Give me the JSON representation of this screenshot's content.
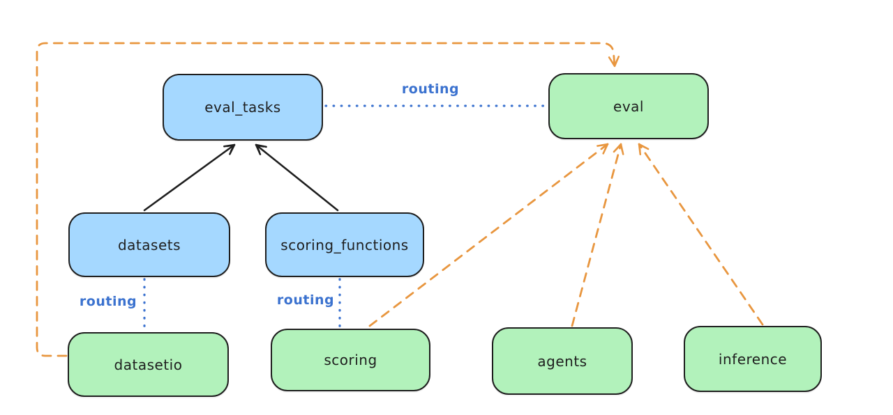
{
  "diagram": {
    "colors": {
      "registry_fill": "#a5d8ff",
      "api_fill": "#b2f2bb",
      "stroke": "#1e1e1e",
      "routing_label_blue": "#3b72cf",
      "orange_dashed": "#e8963f",
      "background": "#ffffff"
    },
    "nodes": {
      "eval_tasks": {
        "label": "eval_tasks"
      },
      "eval": {
        "label": "eval"
      },
      "datasets": {
        "label": "datasets"
      },
      "scoring_functions": {
        "label": "scoring_functions"
      },
      "datasetio": {
        "label": "datasetio"
      },
      "scoring": {
        "label": "scoring"
      },
      "agents": {
        "label": "agents"
      },
      "inference": {
        "label": "inference"
      }
    },
    "edge_labels": {
      "routing_top": "routing",
      "routing_left": "routing",
      "routing_mid": "routing"
    },
    "edges": [
      {
        "from": "datasets",
        "to": "eval_tasks",
        "style": "solid",
        "color": "#1e1e1e"
      },
      {
        "from": "scoring_functions",
        "to": "eval_tasks",
        "style": "solid",
        "color": "#1e1e1e"
      },
      {
        "from": "eval_tasks",
        "to": "eval",
        "style": "dotted",
        "color": "#3b72cf",
        "label": "routing"
      },
      {
        "from": "datasets",
        "to": "datasetio",
        "style": "dotted",
        "color": "#3b72cf",
        "label": "routing"
      },
      {
        "from": "scoring_functions",
        "to": "scoring",
        "style": "dotted",
        "color": "#3b72cf",
        "label": "routing"
      },
      {
        "from": "datasetio",
        "to": "eval",
        "style": "dashed",
        "color": "#e8963f"
      },
      {
        "from": "scoring",
        "to": "eval",
        "style": "dashed",
        "color": "#e8963f"
      },
      {
        "from": "agents",
        "to": "eval",
        "style": "dashed",
        "color": "#e8963f"
      },
      {
        "from": "inference",
        "to": "eval",
        "style": "dashed",
        "color": "#e8963f"
      }
    ]
  }
}
